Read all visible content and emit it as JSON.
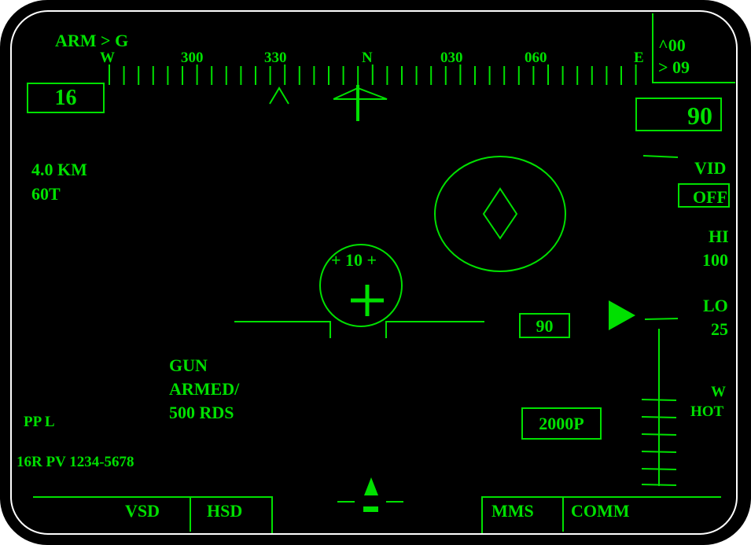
{
  "hud": {
    "arm_mode": "ARM > G",
    "heading_tape": {
      "labels": [
        "W",
        "300",
        "330",
        "N",
        "030",
        "060",
        "E"
      ]
    },
    "top_right": {
      "line1": "^00",
      "line2": "> 09"
    },
    "airspeed_box": "16",
    "altitude_box": "90",
    "range_text": "4.0 KM",
    "target_text": "60T",
    "vid_label": "VID",
    "vid_state": "OFF",
    "hi_label": "HI",
    "hi_value": "100",
    "lo_label": "LO",
    "lo_value": "25",
    "reticle_label": "+ 10 +",
    "center_value_box": "90",
    "weapon": {
      "line1": "GUN",
      "line2": "ARMED/",
      "line3": "500 RDS"
    },
    "w_label": "W",
    "hot_label": "HOT",
    "power_box": "2000P",
    "pp_label": "PP L",
    "grid_ref": "16R PV 1234-5678",
    "soft_keys": {
      "vsd": "VSD",
      "hsd": "HSD",
      "mms": "MMS",
      "comm": "COMM"
    },
    "colors": {
      "symbology": "#00e000",
      "background": "#000000",
      "bezel_border": "#ffffff"
    }
  }
}
